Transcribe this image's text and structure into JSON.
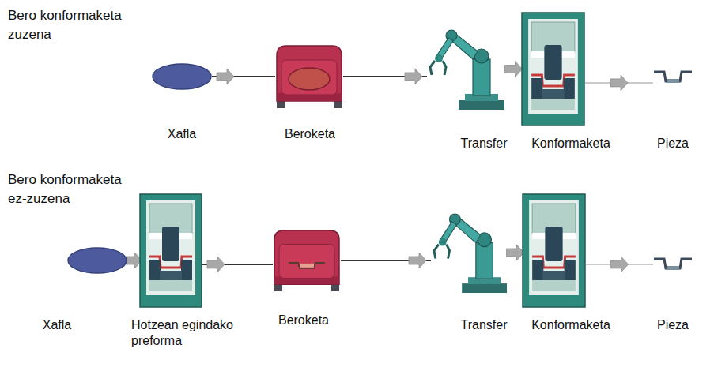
{
  "diagram": {
    "nodes": [
      {
        "text": [
          "Xafla"
        ]
      },
      {
        "text": [
          "Beroketa"
        ]
      },
      {
        "text": [
          "Transfer"
        ]
      },
      {
        "text": [
          "Konformaketa"
        ]
      },
      {
        "text": [
          "Pieza"
        ]
      },
      {
        "text": [
          "Xafla"
        ]
      },
      {
        "text": [
          "Hotzean egindako preforma"
        ]
      },
      {
        "text": [
          "Beroketa"
        ]
      },
      {
        "text": [
          "Transfer"
        ]
      },
      {
        "text": [
          "Konformaketa"
        ]
      },
      {
        "text": [
          "Pieza"
        ]
      }
    ],
    "edges": [
      {
        "from": 0,
        "to": 1,
        "arrow": "to"
      },
      {
        "from": 1,
        "to": 2,
        "arrow": "to"
      },
      {
        "from": 2,
        "to": 3,
        "arrow": "to"
      },
      {
        "from": 3,
        "to": 4,
        "arrow": "to"
      },
      {
        "from": 5,
        "to": 6,
        "arrow": "to"
      },
      {
        "from": 6,
        "to": 7,
        "arrow": "to"
      },
      {
        "from": 7,
        "to": 8,
        "arrow": "to"
      },
      {
        "from": 8,
        "to": 9,
        "arrow": "to"
      },
      {
        "from": 9,
        "to": 10,
        "arrow": "to"
      }
    ],
    "labels": [
      "Bero konformaketa zuzena",
      "Bero konformaketa ez-zuzena"
    ]
  }
}
